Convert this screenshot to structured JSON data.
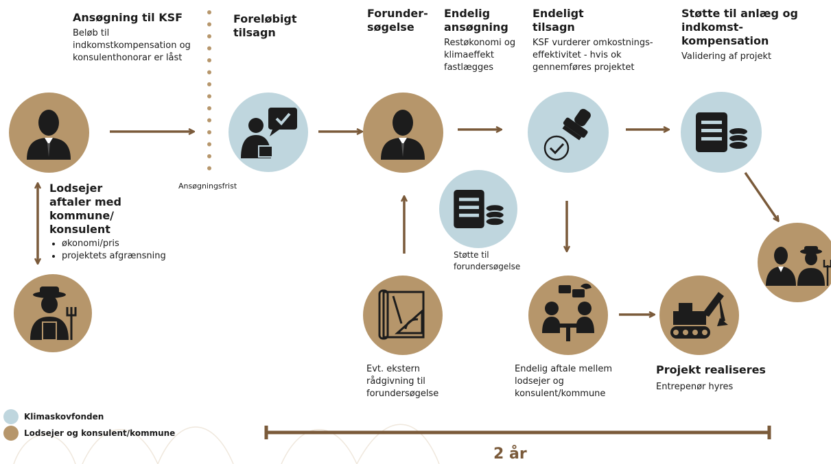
{
  "colors": {
    "arrow": "#7a5a3a",
    "tan": "#b6966b",
    "blue": "#bfd6de",
    "text": "#1a1a1a"
  },
  "step1": {
    "title": "Ansøgning til KSF",
    "text": "Beløb til indkomstkompensation og konsulenthonorar er låst"
  },
  "step2": {
    "title": "Foreløbigt tilsagn",
    "deadline": "Ansøgningsfrist"
  },
  "step3": {
    "title": "Forunder-søgelse"
  },
  "step4": {
    "title": "Endelig ansøgning",
    "text": "Restøkonomi og klimaeffekt fastlægges"
  },
  "step5": {
    "title": "Endeligt tilsagn",
    "text": "KSF vurderer omkostnings-effektivitet - hvis ok gennemføres projektet"
  },
  "step6": {
    "title": "Støtte til anlæg og indkomst-kompensation",
    "text": "Validering af projekt"
  },
  "landowner": {
    "title": "Lodsejer aftaler med kommune/ konsulent",
    "bullets": [
      "økonomi/pris",
      "projektets afgrænsning"
    ]
  },
  "support_pre": {
    "text": "Støtte til forundersøgelse"
  },
  "advice": {
    "text": "Evt. ekstern rådgivning til forundersøgelse"
  },
  "agreement": {
    "text": "Endelig aftale mellem lodsejer og konsulent/kommune"
  },
  "realize": {
    "title": "Projekt realiseres",
    "text": "Entrepenør hyres"
  },
  "legend": {
    "items": [
      {
        "label": "Klimaskovfonden",
        "color": "#bfd6de"
      },
      {
        "label": "Lodsejer og konsulent/kommune",
        "color": "#b6966b"
      }
    ]
  },
  "timeline": {
    "label": "2 år"
  },
  "icons": [
    "person-icon",
    "chat-person-icon",
    "stamp-icon",
    "money-icon",
    "farmer-icon",
    "plans-icon",
    "meeting-icon",
    "excavator-icon",
    "person-farmer-icon"
  ]
}
